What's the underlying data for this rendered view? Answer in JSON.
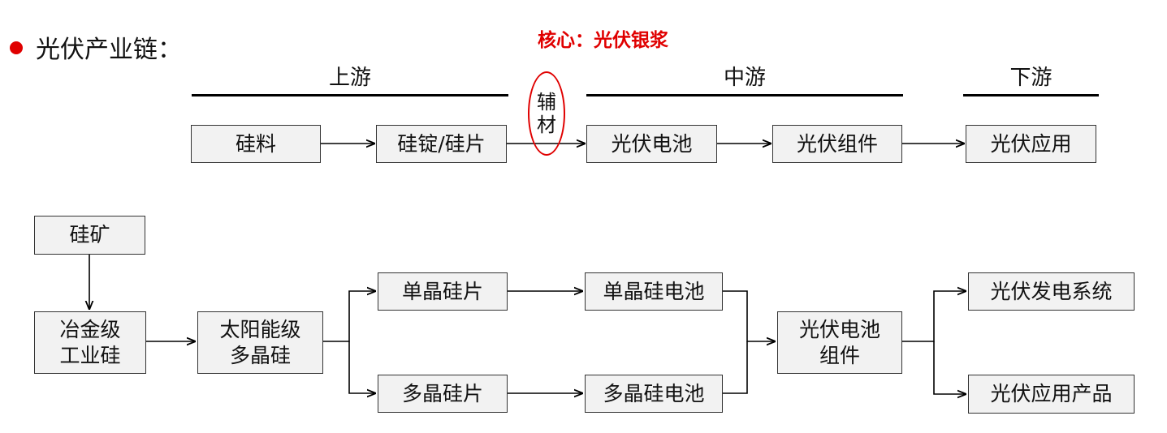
{
  "heading": "光伏产业链：",
  "core_label": "核心：光伏银浆",
  "stages": {
    "upstream": "上游",
    "midstream": "中游",
    "downstream": "下游"
  },
  "auxiliary": "辅材",
  "row1": {
    "silicon_material": "硅料",
    "ingot_wafer": "硅锭/硅片",
    "pv_cell": "光伏电池",
    "pv_module": "光伏组件",
    "pv_application": "光伏应用"
  },
  "row2": {
    "silicon_ore": "硅矿",
    "metallurgical_silicon": "冶金级\n工业硅",
    "solar_polysilicon": "太阳能级\n多晶硅",
    "mono_wafer": "单晶硅片",
    "multi_wafer": "多晶硅片",
    "mono_cell": "单晶硅电池",
    "multi_cell": "多晶硅电池",
    "cell_module": "光伏电池\n组件",
    "power_system": "光伏发电系统",
    "application_product": "光伏应用产品"
  }
}
